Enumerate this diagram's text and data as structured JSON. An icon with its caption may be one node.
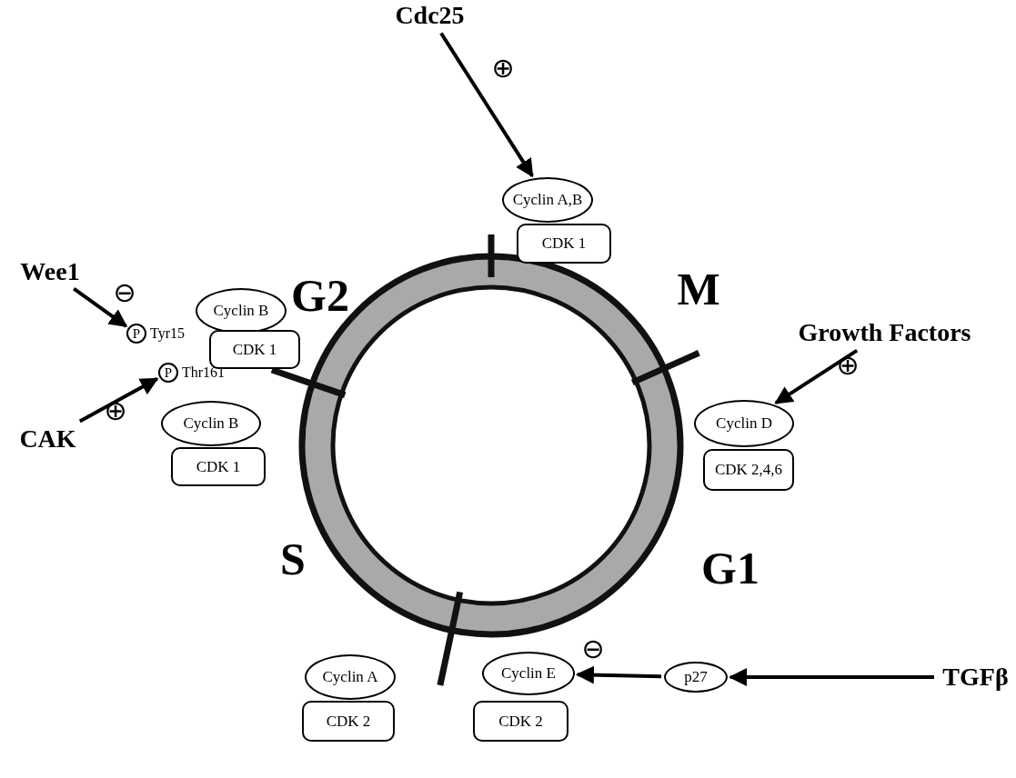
{
  "diagram": {
    "nodes": [
      {
        "text": [
          "Cdc25"
        ]
      },
      {
        "text": [
          "Cyclin A,B"
        ]
      },
      {
        "text": [
          "CDK 1"
        ]
      },
      {
        "text": [
          "Wee1"
        ]
      },
      {
        "text": [
          "Cyclin B"
        ]
      },
      {
        "text": [
          "P"
        ],
        "beside": [
          "Tyr15"
        ]
      },
      {
        "text": [
          "CDK 1"
        ]
      },
      {
        "text": [
          "Growth Factors"
        ]
      },
      {
        "text": [
          "P"
        ],
        "beside": [
          "Thr161"
        ]
      },
      {
        "text": [
          "CAK"
        ]
      },
      {
        "text": [
          "Cyclin D"
        ]
      },
      {
        "text": [
          "CDK 2,4,6"
        ]
      },
      {
        "text": [
          "Cyclin B"
        ]
      },
      {
        "text": [
          "CDK 1"
        ]
      },
      {
        "text": [
          "Cyclin A"
        ]
      },
      {
        "text": [
          "Cyclin E"
        ]
      },
      {
        "text": [
          "p27"
        ]
      },
      {
        "text": [
          "TGFβ"
        ]
      },
      {
        "text": [
          "CDK 2"
        ]
      },
      {
        "text": [
          "CDK 2"
        ]
      }
    ],
    "edges": [
      {
        "from": 0,
        "to": 1,
        "arrow": "to"
      },
      {
        "from": 3,
        "to": 5,
        "arrow": "to"
      },
      {
        "from": 9,
        "to": 8,
        "arrow": "to"
      },
      {
        "from": 7,
        "to": 10,
        "arrow": "to"
      },
      {
        "from": 17,
        "to": 16,
        "arrow": "to"
      },
      {
        "from": 16,
        "to": 15,
        "arrow": "to"
      }
    ],
    "labels": [
      "⊕",
      "M",
      "⊖",
      "G2",
      "⊕",
      "⊕",
      "S",
      "G1",
      "⊖"
    ]
  }
}
